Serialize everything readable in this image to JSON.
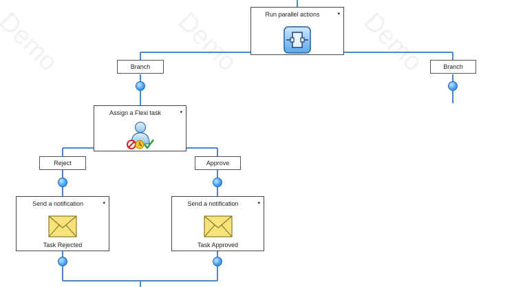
{
  "colors": {
    "connector": "#4a86c8",
    "border": "#444444"
  },
  "watermark": "Demo",
  "actions": {
    "parallel": {
      "title": "Run parallel actions",
      "icon": "parallel-actions-icon"
    },
    "flexi_task": {
      "title": "Assign a Flexi task",
      "icon": "user-task-icon"
    },
    "notify_rejected": {
      "title": "Send a notification",
      "caption": "Task Rejected",
      "icon": "envelope-icon"
    },
    "notify_approved": {
      "title": "Send a notification",
      "caption": "Task Approved",
      "icon": "envelope-icon"
    }
  },
  "branches": {
    "left": "Branch",
    "right": "Branch",
    "reject": "Reject",
    "approve": "Approve"
  },
  "dropdown_glyph": "▾"
}
